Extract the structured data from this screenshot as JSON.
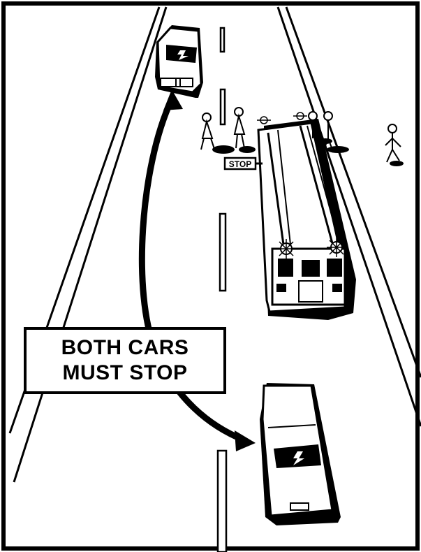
{
  "caption": {
    "line1": "BOTH CARS",
    "line2": "MUST STOP"
  },
  "stop_sign": {
    "label": "STOP"
  },
  "colors": {
    "ink": "#000000",
    "paper": "#ffffff"
  }
}
